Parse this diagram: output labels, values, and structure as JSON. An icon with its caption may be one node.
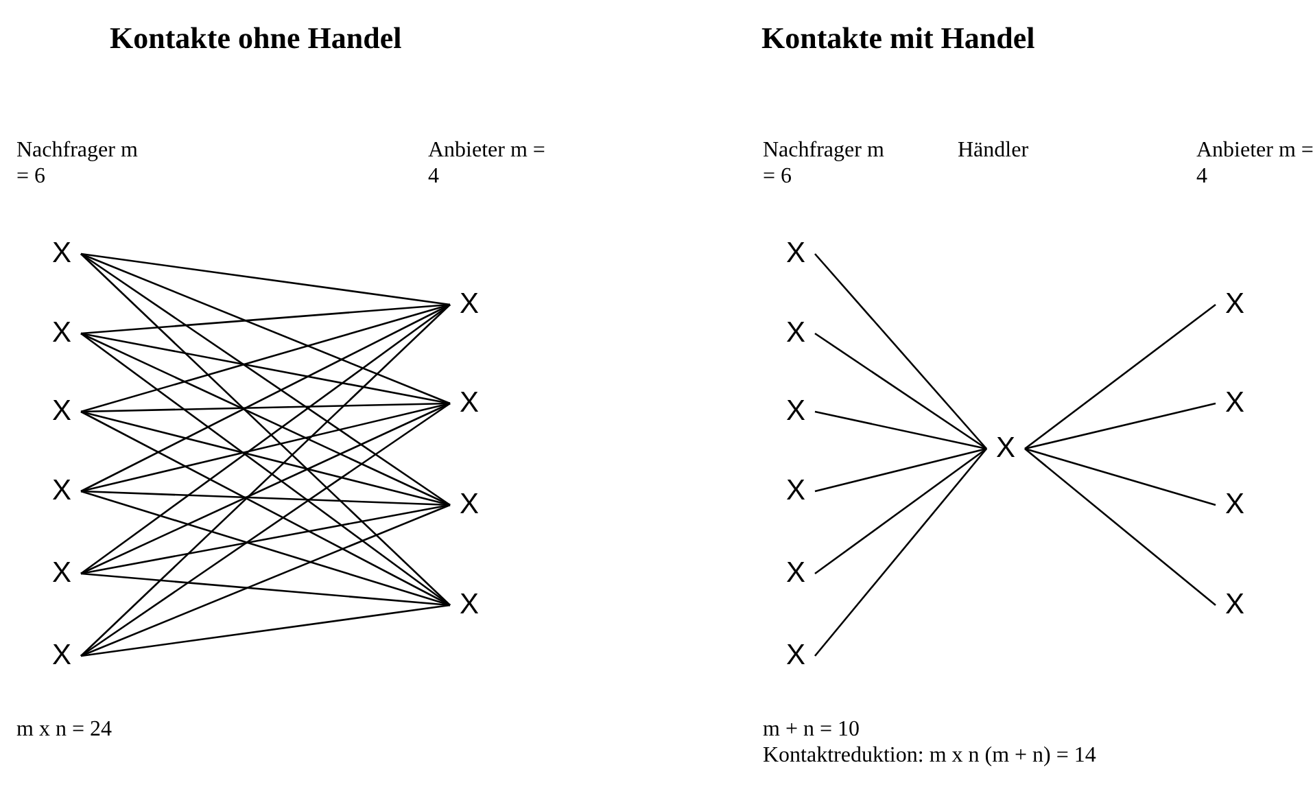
{
  "diagram": {
    "nodes": [
      {
        "text": [
          "X"
        ]
      },
      {
        "text": [
          "X"
        ]
      },
      {
        "text": [
          "X"
        ]
      },
      {
        "text": [
          "X"
        ]
      },
      {
        "text": [
          "X"
        ]
      },
      {
        "text": [
          "X"
        ]
      },
      {
        "text": [
          "X"
        ]
      },
      {
        "text": [
          "X"
        ]
      },
      {
        "text": [
          "X"
        ]
      },
      {
        "text": [
          "X"
        ]
      },
      {
        "text": [
          "X"
        ]
      },
      {
        "text": [
          "X"
        ]
      },
      {
        "text": [
          "X"
        ]
      },
      {
        "text": [
          "X"
        ]
      },
      {
        "text": [
          "X"
        ]
      },
      {
        "text": [
          "X"
        ]
      },
      {
        "text": [
          "X"
        ]
      },
      {
        "text": [
          "X"
        ]
      },
      {
        "text": [
          "X"
        ]
      },
      {
        "text": [
          "X"
        ]
      },
      {
        "text": [
          "X"
        ]
      }
    ],
    "edges": [
      {
        "from": 0,
        "to": 6,
        "arrow": "none"
      },
      {
        "from": 0,
        "to": 7,
        "arrow": "none"
      },
      {
        "from": 0,
        "to": 8,
        "arrow": "none"
      },
      {
        "from": 0,
        "to": 9,
        "arrow": "none"
      },
      {
        "from": 1,
        "to": 6,
        "arrow": "none"
      },
      {
        "from": 1,
        "to": 7,
        "arrow": "none"
      },
      {
        "from": 1,
        "to": 8,
        "arrow": "none"
      },
      {
        "from": 1,
        "to": 9,
        "arrow": "none"
      },
      {
        "from": 2,
        "to": 6,
        "arrow": "none"
      },
      {
        "from": 2,
        "to": 7,
        "arrow": "none"
      },
      {
        "from": 2,
        "to": 8,
        "arrow": "none"
      },
      {
        "from": 2,
        "to": 9,
        "arrow": "none"
      },
      {
        "from": 3,
        "to": 6,
        "arrow": "none"
      },
      {
        "from": 3,
        "to": 7,
        "arrow": "none"
      },
      {
        "from": 3,
        "to": 8,
        "arrow": "none"
      },
      {
        "from": 3,
        "to": 9,
        "arrow": "none"
      },
      {
        "from": 4,
        "to": 6,
        "arrow": "none"
      },
      {
        "from": 4,
        "to": 7,
        "arrow": "none"
      },
      {
        "from": 4,
        "to": 8,
        "arrow": "none"
      },
      {
        "from": 4,
        "to": 9,
        "arrow": "none"
      },
      {
        "from": 5,
        "to": 6,
        "arrow": "none"
      },
      {
        "from": 5,
        "to": 7,
        "arrow": "none"
      },
      {
        "from": 5,
        "to": 8,
        "arrow": "none"
      },
      {
        "from": 5,
        "to": 9,
        "arrow": "none"
      },
      {
        "from": 10,
        "to": 16,
        "arrow": "none"
      },
      {
        "from": 11,
        "to": 16,
        "arrow": "none"
      },
      {
        "from": 12,
        "to": 16,
        "arrow": "none"
      },
      {
        "from": 13,
        "to": 16,
        "arrow": "none"
      },
      {
        "from": 14,
        "to": 16,
        "arrow": "none"
      },
      {
        "from": 15,
        "to": 16,
        "arrow": "none"
      },
      {
        "from": 16,
        "to": 17,
        "arrow": "none"
      },
      {
        "from": 16,
        "to": 18,
        "arrow": "none"
      },
      {
        "from": 16,
        "to": 19,
        "arrow": "none"
      },
      {
        "from": 16,
        "to": 20,
        "arrow": "none"
      }
    ],
    "labels": [
      "Kontakte ohne Handel",
      "Kontakte mit Handel",
      "Nachfrager m = 6",
      "Anbieter m = 4",
      "Nachfrager m = 6",
      "Händler",
      "Anbieter m = 4",
      "m x n = 24",
      "m + n = 10",
      "Kontaktreduktion: m x n (m + n) = 14"
    ]
  }
}
